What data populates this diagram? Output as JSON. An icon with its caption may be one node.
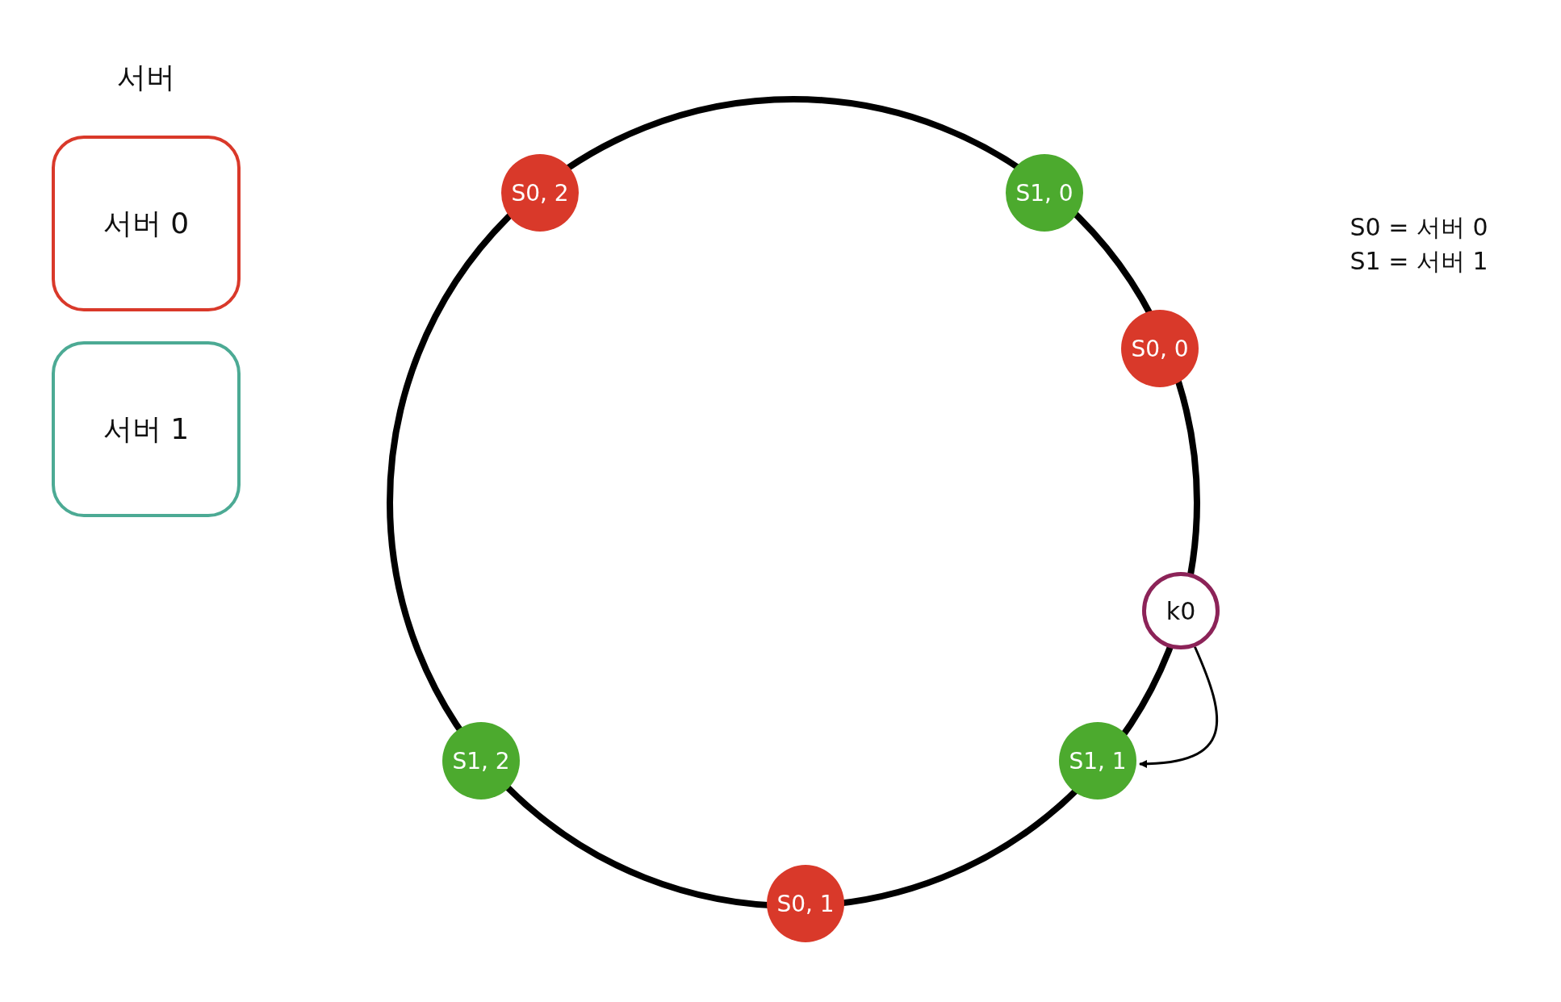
{
  "diagram": {
    "nodes": [
      {
        "text": [
          "서버 0"
        ]
      },
      {
        "text": [
          "서버 1"
        ]
      },
      {
        "text": [
          "S0, 2"
        ]
      },
      {
        "text": [
          "S1, 0"
        ]
      },
      {
        "text": [
          "S0, 0"
        ]
      },
      {
        "text": [
          "k0"
        ]
      },
      {
        "text": [
          "S1, 2"
        ]
      },
      {
        "text": [
          "S1, 1"
        ]
      },
      {
        "text": [
          "S0, 1"
        ]
      }
    ],
    "edges": [
      {
        "from": 5,
        "to": 7,
        "arrow": "to"
      }
    ],
    "labels": [
      "서버",
      "S0 = 서버 0",
      "S1 = 서버 1"
    ]
  }
}
